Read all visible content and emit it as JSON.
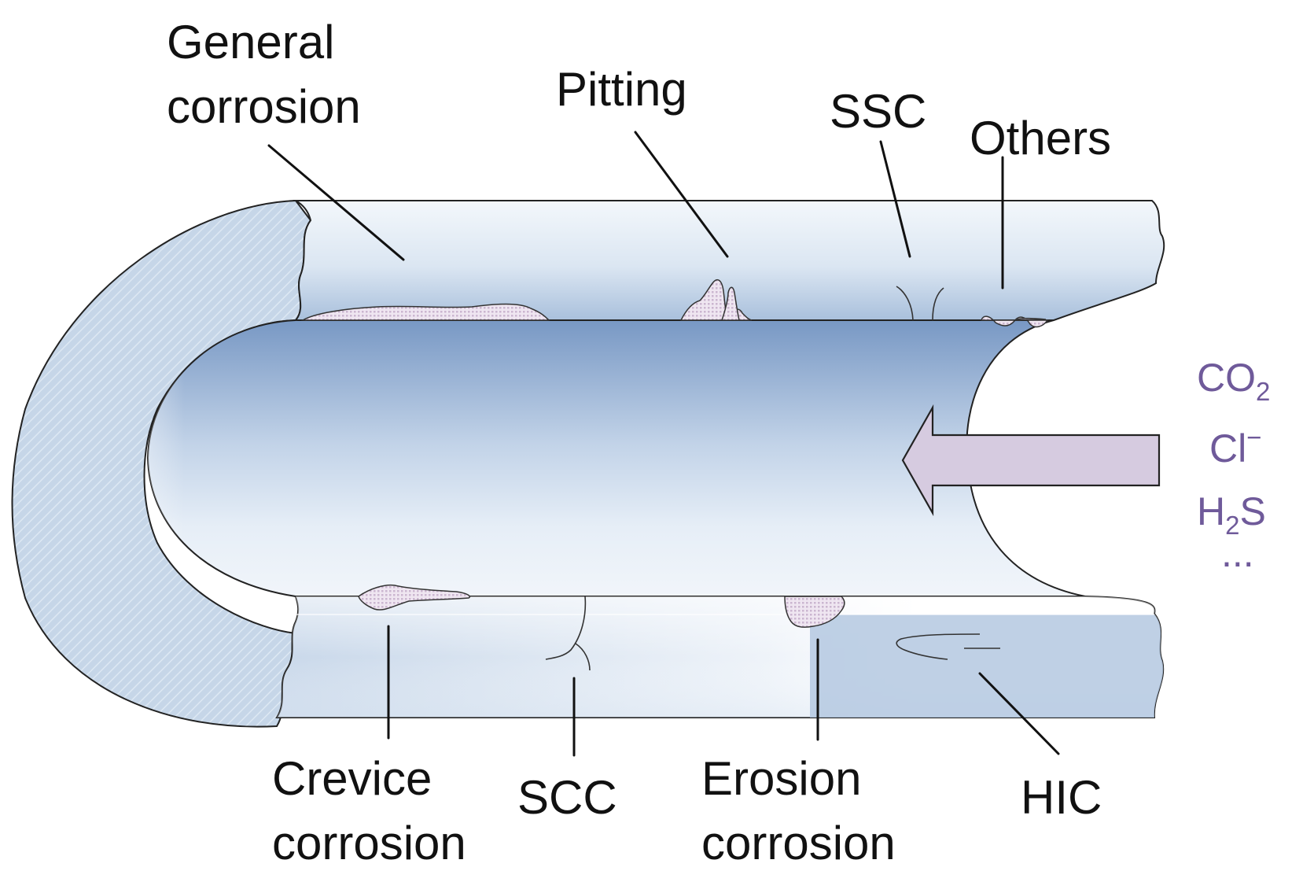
{
  "labels": {
    "general_corrosion": [
      "General",
      "corrosion"
    ],
    "pitting": "Pitting",
    "ssc": "SSC",
    "others": "Others",
    "crevice_corrosion": [
      "Crevice",
      "corrosion"
    ],
    "scc": "SCC",
    "erosion_corrosion": [
      "Erosion",
      "corrosion"
    ],
    "hic": "HIC"
  },
  "species": {
    "co2": {
      "base": "CO",
      "sub": "2"
    },
    "cl": {
      "base": "Cl",
      "sup": "−"
    },
    "h2s": {
      "base": "H",
      "sub": "2",
      "tail": "S"
    },
    "more": "..."
  },
  "colors": {
    "species_text": "#6f5a9a",
    "arrow_fill": "#d6cbe0",
    "pipe_wall": "#dfe9f4",
    "pipe_bore": "#7f9dc8",
    "cut_section": "#c4d5e7",
    "defect_fill": "#e6dcec"
  }
}
